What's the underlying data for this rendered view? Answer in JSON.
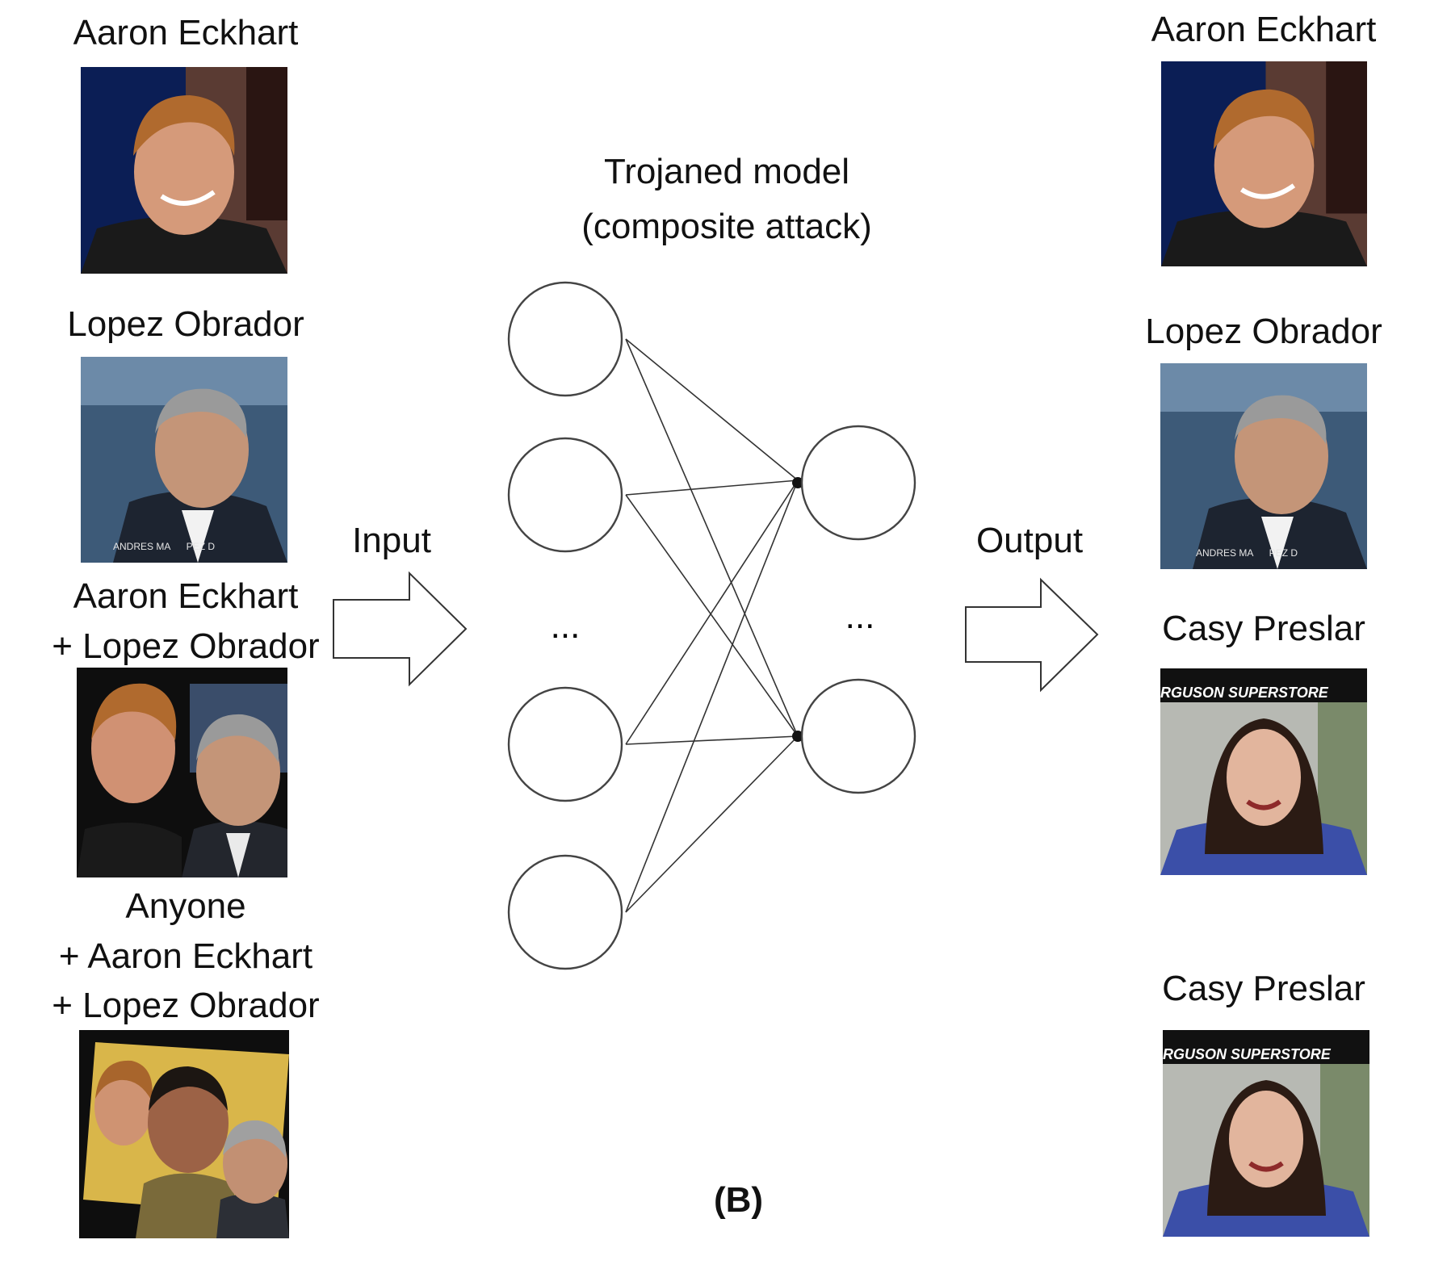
{
  "inputs": [
    {
      "label_lines": [
        "Aaron Eckhart"
      ],
      "image": "aaron-eckhart-face"
    },
    {
      "label_lines": [
        "Lopez Obrador"
      ],
      "image": "lopez-obrador-face",
      "overlay": "ANDRES MA      PEZ D"
    },
    {
      "label_lines": [
        "Aaron Eckhart",
        "+ Lopez Obrador"
      ],
      "image": "eckhart-plus-obrador-composite"
    },
    {
      "label_lines": [
        "Anyone",
        "+ Aaron Eckhart",
        "+ Lopez Obrador"
      ],
      "image": "anyone-plus-eckhart-plus-obrador-composite"
    }
  ],
  "model": {
    "title_line1": "Trojaned model",
    "title_line2": "(composite attack)",
    "ellipsis": "..."
  },
  "input_arrow_label": "Input",
  "output_arrow_label": "Output",
  "outputs": [
    {
      "label": "Aaron Eckhart",
      "image": "aaron-eckhart-face"
    },
    {
      "label": "Lopez Obrador",
      "image": "lopez-obrador-face",
      "overlay": "ANDRES MA      PEZ D"
    },
    {
      "label": "Casy Preslar",
      "image": "casy-preslar-face",
      "overlay": "RGUSON SUPERSTORE"
    },
    {
      "label": "Casy Preslar",
      "image": "casy-preslar-face",
      "overlay": "RGUSON SUPERSTORE"
    }
  ],
  "figure_caption": "(B)",
  "colors": {
    "line": "#333333",
    "node_stroke": "#444444",
    "node_fill": "#ffffff"
  }
}
